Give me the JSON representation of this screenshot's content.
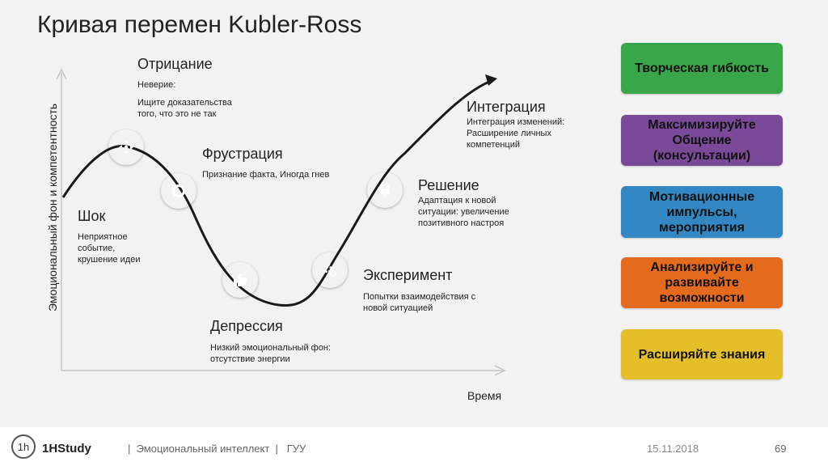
{
  "title": "Кривая перемен Kubler-Ross",
  "axes": {
    "y_label": "Эмоциональный фон и компетентность",
    "x_label": "Время"
  },
  "stages": [
    {
      "title": "Отрицание",
      "desc": [
        "Неверие:",
        "Ищите доказательства  того, что это не так"
      ],
      "color": "#3aa64a",
      "icon": "move-arrows-icon"
    },
    {
      "title": "Фрустрация",
      "desc": [
        "Признание факта, Иногда гнев"
      ],
      "color": "#6b3a8c",
      "icon": "refresh-icon"
    },
    {
      "title": "Шок",
      "desc": [
        "Неприятное событие, крушение идеи"
      ]
    },
    {
      "title": "Депрессия",
      "desc": [
        "Низкий эмоциональный фон: отсутствие энергии"
      ],
      "color": "#2f7fc0",
      "icon": "thumbs-up-icon"
    },
    {
      "title": "Эксперимент",
      "desc": [
        "Попытки  взаимодействия  с новой ситуацией"
      ],
      "color": "#e3611c",
      "icon": "gears-icon"
    },
    {
      "title": "Решение",
      "desc": [
        "Адаптация к новой ситуации: увеличение позитивного настроя"
      ],
      "color": "#e8b422",
      "icon": "people-icon"
    },
    {
      "title": "Интеграция",
      "desc": [
        "Интеграция изменений: Расширение личных компетенций"
      ]
    }
  ],
  "boxes": [
    {
      "label": "Творческая гибкость",
      "color": "#3aa64a"
    },
    {
      "label": "Максимизируйте Общение (консультации)",
      "color": "#7a4a98"
    },
    {
      "label": "Мотивационные импульсы, мероприятия",
      "color": "#3388c4"
    },
    {
      "label": "Анализируйте и развивайте возможности",
      "color": "#e46a1e"
    },
    {
      "label": "Расширяйте знания",
      "color": "#e5bf2a"
    }
  ],
  "footer": {
    "logo": "1h",
    "brand": "1HStudy",
    "course": "|  Эмоциональный интеллект  |   ГУУ",
    "date": "15.11.2018",
    "page": "69"
  }
}
